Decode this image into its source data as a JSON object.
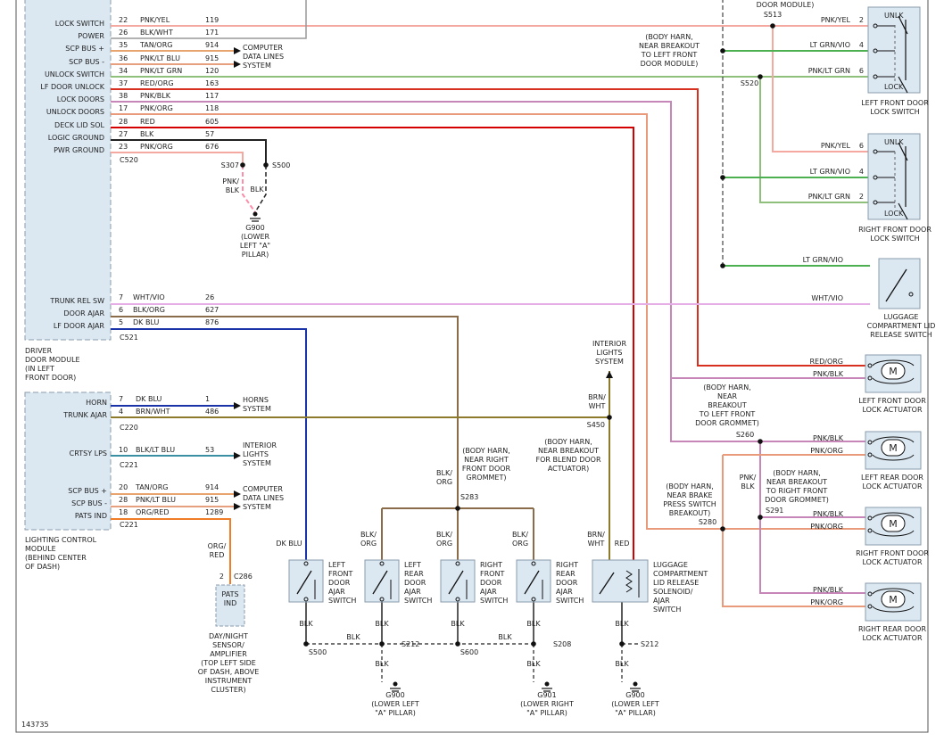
{
  "diagram_id": "143735",
  "colors": {
    "pink": "#f4a8a0",
    "pinkdash": "#ff8ca8",
    "tan": "#e8a46e",
    "pnk_ltblu": "#e6a080",
    "pnk_ltgrn": "#8ec07c",
    "redorg": "#d83020",
    "pnkblk": "#c686b8",
    "pnkorg": "#e89a7a",
    "red": "#d40000",
    "black": "#222222",
    "ltgrnvio": "#4caf50",
    "whtvio": "#e6aee6",
    "brown": "#8a6b4a",
    "blue": "#1a33a8",
    "olive": "#8d7a2a",
    "teal": "#3a8fa3",
    "orgred": "#f07c28",
    "module_fill": "#dbe8f2",
    "module_stroke": "#8a9bab"
  },
  "pins_left": [
    {
      "label": "LOCK SWITCH",
      "pin": "22",
      "color": "PNK/YEL",
      "ckt": "119"
    },
    {
      "label": "POWER",
      "pin": "26",
      "color": "BLK/WHT",
      "ckt": "171"
    },
    {
      "label": "SCP BUS +",
      "pin": "35",
      "color": "TAN/ORG",
      "ckt": "914"
    },
    {
      "label": "SCP BUS -",
      "pin": "36",
      "color": "PNK/LT BLU",
      "ckt": "915"
    },
    {
      "label": "UNLOCK SWITCH",
      "pin": "34",
      "color": "PNK/LT GRN",
      "ckt": "120"
    },
    {
      "label": "LF DOOR UNLOCK",
      "pin": "37",
      "color": "RED/ORG",
      "ckt": "163"
    },
    {
      "label": "LOCK DOORS",
      "pin": "38",
      "color": "PNK/BLK",
      "ckt": "117"
    },
    {
      "label": "UNLOCK DOORS",
      "pin": "17",
      "color": "PNK/ORG",
      "ckt": "118"
    },
    {
      "label": "DECK LID SOL",
      "pin": "28",
      "color": "RED",
      "ckt": "605"
    },
    {
      "label": "LOGIC GROUND",
      "pin": "27",
      "color": "BLK",
      "ckt": "57"
    },
    {
      "label": "PWR GROUND",
      "pin": "23",
      "color": "PNK/ORG",
      "ckt": "676"
    }
  ],
  "pins_dm2": [
    {
      "label": "TRUNK REL SW",
      "pin": "7",
      "color": "WHT/VIO",
      "ckt": "26"
    },
    {
      "label": "DOOR AJAR",
      "pin": "6",
      "color": "BLK/ORG",
      "ckt": "627"
    },
    {
      "label": "LF DOOR AJAR",
      "pin": "5",
      "color": "DK BLU",
      "ckt": "876"
    }
  ],
  "pins_lcm": [
    {
      "label": "HORN",
      "pin": "7",
      "color": "DK BLU",
      "ckt": "1"
    },
    {
      "label": "TRUNK AJAR",
      "pin": "4",
      "color": "BRN/WHT",
      "ckt": "486"
    },
    {
      "label": "CRTSY LPS",
      "pin": "10",
      "color": "BLK/LT BLU",
      "ckt": "53"
    },
    {
      "label": "SCP BUS +",
      "pin": "20",
      "color": "TAN/ORG",
      "ckt": "914"
    },
    {
      "label": "SCP BUS -",
      "pin": "28",
      "color": "PNK/LT BLU",
      "ckt": "915"
    },
    {
      "label": "PATS IND",
      "pin": "18",
      "color": "ORG/RED",
      "ckt": "1289"
    }
  ],
  "connectors": {
    "c520": "C520",
    "c521": "C521",
    "c220": "C220",
    "c221": "C221",
    "c221b": "C221",
    "c286": "C286"
  },
  "system_labels": {
    "computer_data_1": [
      "COMPUTER",
      "DATA LINES",
      "SYSTEM"
    ],
    "computer_data_2": [
      "COMPUTER",
      "DATA LINES",
      "SYSTEM"
    ],
    "horns": [
      "HORNS",
      "SYSTEM"
    ],
    "interior_lights": [
      "INTERIOR",
      "LIGHTS",
      "SYSTEM"
    ],
    "interior_lights_top": [
      "INTERIOR",
      "LIGHTS",
      "SYSTEM"
    ]
  },
  "module_captions": {
    "driver_door_module": [
      "DRIVER",
      "DOOR MODULE",
      "(IN LEFT",
      "FRONT DOOR)"
    ],
    "lighting_control_module": [
      "LIGHTING CONTROL",
      "MODULE",
      "(BEHIND CENTER",
      "OF DASH)"
    ],
    "door_module_top": "DOOR MODULE)"
  },
  "grounds": {
    "g900_top": [
      "G900",
      "(LOWER",
      "LEFT \"A\"",
      "PILLAR)"
    ],
    "g900_a": [
      "G900",
      "(LOWER LEFT",
      "\"A\" PILLAR)"
    ],
    "g901": [
      "G901",
      "(LOWER RIGHT",
      "\"A\" PILLAR)"
    ],
    "g900_b": [
      "G900",
      "(LOWER LEFT",
      "\"A\" PILLAR)"
    ]
  },
  "splices": {
    "s307": "S307",
    "s500": "S500",
    "s513": "S513",
    "s520": "S520",
    "s450": "S450",
    "s283": "S283",
    "s260": "S260",
    "s291": "S291",
    "s280": "S280",
    "s500b": "S500",
    "s212": "S212",
    "s600": "S600",
    "s208": "S208",
    "s212b": "S212"
  },
  "splice_notes": {
    "s520_note": [
      "(BODY HARN,",
      "NEAR BREAKOUT",
      "TO LEFT FRONT",
      "DOOR MODULE)"
    ],
    "s450_note": [
      "(BODY HARN,",
      "NEAR BREAKOUT",
      "FOR BLEND DOOR",
      "ACTUATOR)"
    ],
    "s283_note": [
      "(BODY HARN,",
      "NEAR RIGHT",
      "FRONT DOOR",
      "GROMMET)"
    ],
    "s260_note": [
      "(BODY HARN,",
      "NEAR",
      "BREAKOUT",
      "TO LEFT FRONT",
      "DOOR GROMMET)"
    ],
    "s291_note": [
      "(BODY HARN,",
      "NEAR BREAKOUT",
      "TO RIGHT FRONT",
      "DOOR GROMMET)"
    ],
    "s280_note": [
      "(BODY HARN,",
      "NEAR BRAKE",
      "PRESS SWITCH",
      "BREAKOUT)"
    ]
  },
  "wire_labels": {
    "pnk_blk": [
      "PNK/",
      "BLK"
    ],
    "blk": "BLK",
    "brn_wht": [
      "BRN/",
      "WHT"
    ],
    "blk_org_a": [
      "BLK/",
      "ORG"
    ],
    "blk_org_b": [
      "BLK/",
      "ORG"
    ],
    "blk_org_c": [
      "BLK/",
      "ORG"
    ],
    "blk_org_d": [
      "BLK/",
      "ORG"
    ],
    "dk_blu": "DK BLU",
    "brn_wht_b": [
      "BRN/",
      "WHT"
    ],
    "red": "RED",
    "org_red": [
      "ORG/",
      "RED"
    ],
    "pnk_blk_b": [
      "PNK/",
      "BLK"
    ]
  },
  "right_switches": {
    "lf_lock_switch": {
      "labels": [
        "UNLK",
        "LOCK"
      ],
      "caption": [
        "LEFT FRONT DOOR",
        "LOCK SWITCH"
      ],
      "wires": [
        {
          "c": "PNK/YEL",
          "p": "2"
        },
        {
          "c": "LT GRN/VIO",
          "p": "4"
        },
        {
          "c": "PNK/LT GRN",
          "p": "6"
        }
      ]
    },
    "rf_lock_switch": {
      "labels": [
        "UNLK",
        "LOCK"
      ],
      "caption": [
        "RIGHT FRONT DOOR",
        "LOCK SWITCH"
      ],
      "wires": [
        {
          "c": "PNK/YEL",
          "p": "6"
        },
        {
          "c": "LT GRN/VIO",
          "p": "4"
        },
        {
          "c": "PNK/LT GRN",
          "p": "2"
        }
      ]
    },
    "luggage_release": {
      "caption": [
        "LUGGAGE",
        "COMPARTMENT LID",
        "RELEASE SWITCH"
      ],
      "wires": [
        {
          "c": "LT GRN/VIO"
        },
        {
          "c": "WHT/VIO"
        }
      ]
    }
  },
  "actuators": [
    {
      "caption": [
        "LEFT FRONT DOOR",
        "LOCK ACTUATOR"
      ],
      "w1": "RED/ORG",
      "w2": "PNK/BLK"
    },
    {
      "caption": [
        "LEFT REAR DOOR",
        "LOCK ACTUATOR"
      ],
      "w1": "PNK/BLK",
      "w2": "PNK/ORG"
    },
    {
      "caption": [
        "RIGHT FRONT DOOR",
        "LOCK ACTUATOR"
      ],
      "w1": "PNK/BLK",
      "w2": "PNK/ORG"
    },
    {
      "caption": [
        "RIGHT REAR DOOR",
        "LOCK ACTUATOR"
      ],
      "w1": "PNK/BLK",
      "w2": "PNK/ORG"
    }
  ],
  "motor_letter": "M",
  "ajar_switches": [
    {
      "caption": [
        "LEFT",
        "FRONT",
        "DOOR",
        "AJAR",
        "SWITCH"
      ]
    },
    {
      "caption": [
        "LEFT",
        "REAR",
        "DOOR",
        "AJAR",
        "SWITCH"
      ]
    },
    {
      "caption": [
        "RIGHT",
        "FRONT",
        "DOOR",
        "AJAR",
        "SWITCH"
      ]
    },
    {
      "caption": [
        "RIGHT",
        "REAR",
        "DOOR",
        "AJAR",
        "SWITCH"
      ]
    },
    {
      "caption": [
        "LUGGAGE",
        "COMPARTMENT",
        "LID RELEASE",
        "SOLENOID/",
        "AJAR",
        "SWITCH"
      ]
    }
  ],
  "pats": {
    "pin": "2",
    "label": [
      "PATS",
      "IND"
    ],
    "caption": [
      "DAY/NIGHT",
      "SENSOR/",
      "AMPLIFIER",
      "(TOP LEFT SIDE",
      "OF DASH, ABOVE",
      "INSTRUMENT",
      "CLUSTER)"
    ]
  }
}
